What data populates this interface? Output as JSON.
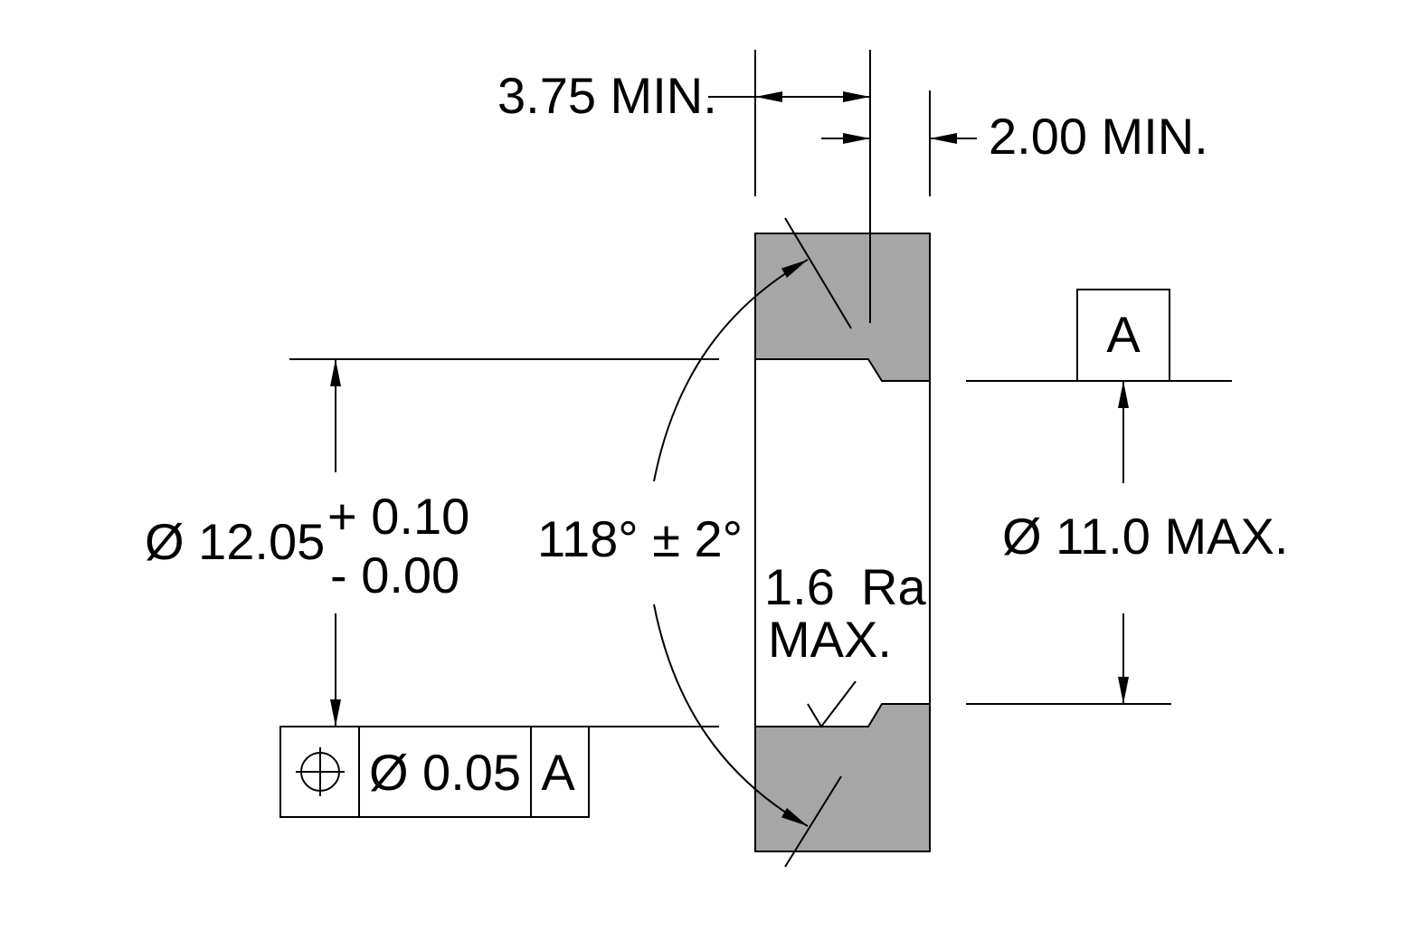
{
  "dimensions": {
    "width_top": "3.75 MIN.",
    "width_right": "2.00 MIN.",
    "bore_diameter": "Ø 12.05",
    "bore_tol_plus": "+ 0.10",
    "bore_tol_minus": "- 0.00",
    "angle": "118° ± 2°",
    "outer_diameter": "Ø 11.0 MAX."
  },
  "surface_finish": {
    "value": "1.6",
    "unit": "Ra",
    "qualifier": "MAX."
  },
  "datum": {
    "label": "A"
  },
  "feature_control_frame": {
    "symbol": "position-icon",
    "tolerance": "Ø 0.05",
    "datum_ref": "A"
  },
  "colors": {
    "section_fill": "#a6a6a6",
    "line": "#000000"
  }
}
